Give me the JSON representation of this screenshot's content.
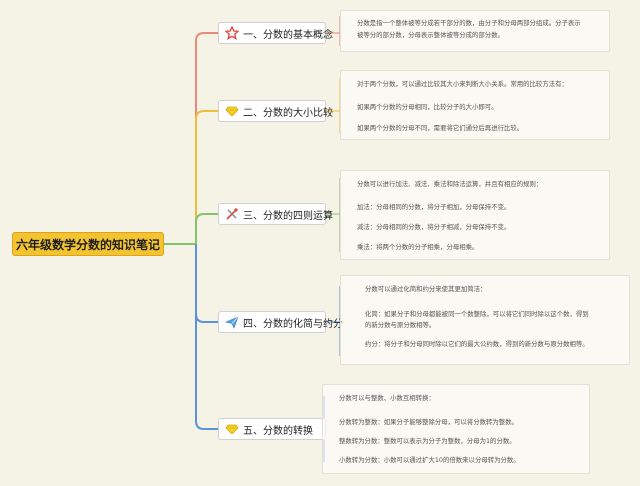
{
  "root": {
    "title": "六年级数学分数的知识笔记"
  },
  "colors": {
    "root": "#f4c430",
    "topic1": "#e98a7a",
    "topic2": "#f0bd3a",
    "topic3": "#86c26a",
    "topic4": "#5b92d9",
    "topic5": "#5b92d9"
  },
  "topics": [
    {
      "label": "一、分数的基本概念",
      "icon": "star-outline-icon",
      "notes": [
        "分数是指一个整体被等分成若干部分的数，由分子和分母两部分组成。分子表示",
        "被等分的部分数，分母表示整体被等分成的部分数。"
      ]
    },
    {
      "label": "二、分数的大小比较",
      "icon": "diamond-icon",
      "notes": [
        "对于两个分数，可以通过比较其大小来判断大小关系。常用的比较方法有：",
        "如果两个分数的分母相同，比较分子的大小即可。",
        "如果两个分数的分母不同，需要将它们通分后再进行比较。"
      ]
    },
    {
      "label": "三、分数的四则运算",
      "icon": "tools-icon",
      "notes": [
        "分数可以进行加法、减法、乘法和除法运算，并且有相应的规则：",
        "加法：分母相同的分数，将分子相加，分母保持不变。",
        "减法：分母相同的分数，将分子相减，分母保持不变。",
        "乘法：将两个分数的分子相乘，分母相乘。"
      ]
    },
    {
      "label": "四、分数的化简与约分",
      "icon": "paper-plane-icon",
      "notes": [
        "分数可以通过化简和约分来使其更加简洁：",
        "化简：如果分子和分母都能被同一个数整除，可以将它们同时除以这个数，得到",
        "的新分数与原分数相等。",
        "约分：将分子和分母同时除以它们的最大公约数，得到的新分数与原分数相等。"
      ]
    },
    {
      "label": "五、分数的转换",
      "icon": "diamond-icon",
      "notes": [
        "分数可以与整数、小数互相转换：",
        "分数转为整数：如果分子能够整除分母，可以将分数转为整数。",
        "整数转为分数：整数可以表示为分子为整数，分母为1的分数。",
        "小数转为分数：小数可以通过扩大10的倍数来以分母转为分数。"
      ]
    }
  ]
}
